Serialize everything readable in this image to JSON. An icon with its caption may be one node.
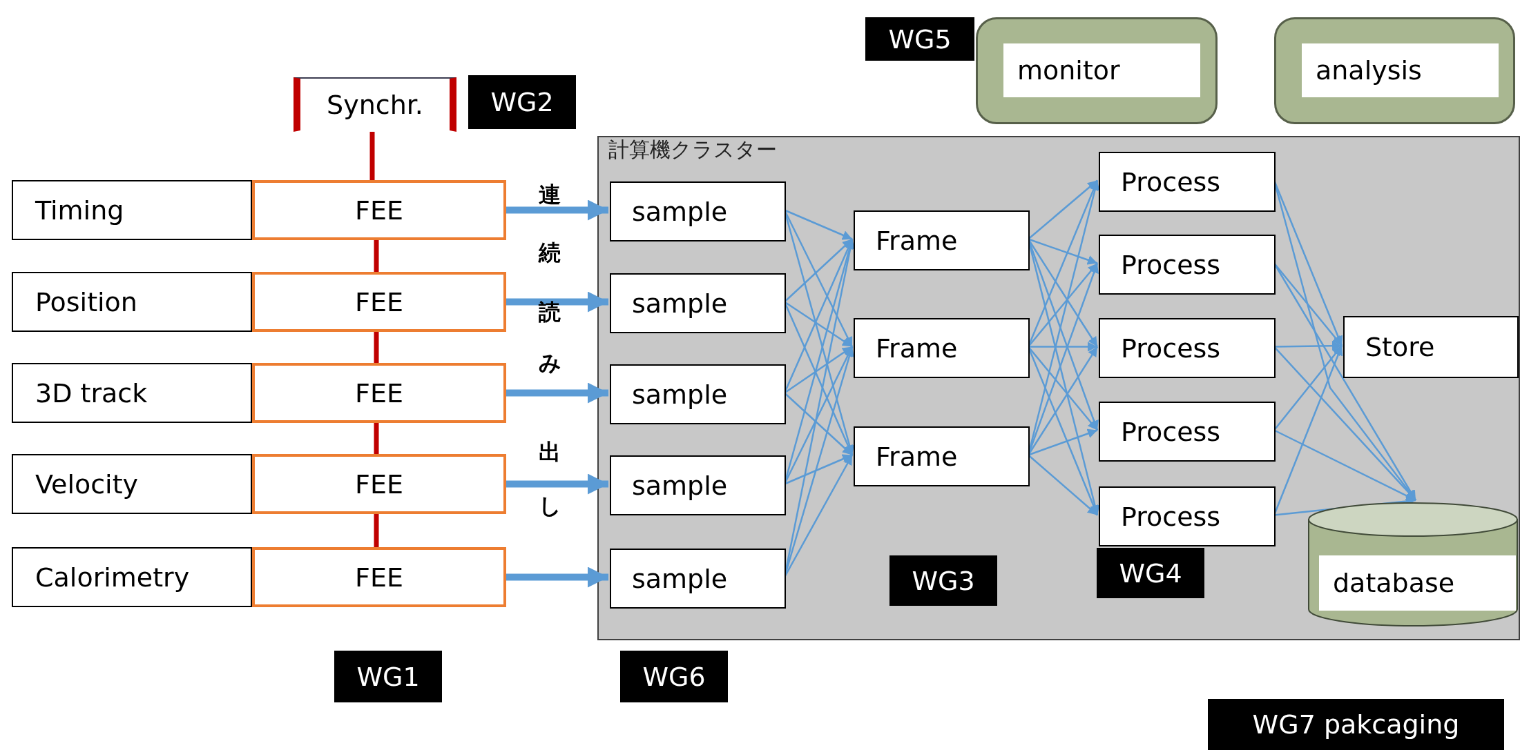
{
  "diagram": {
    "nodes": [
      {
        "text": [
          "WG5"
        ]
      },
      {
        "text": [
          "monitor"
        ]
      },
      {
        "text": [
          "analysis"
        ]
      },
      {
        "text": [
          "Synchr."
        ]
      },
      {
        "text": [
          "WG2"
        ]
      },
      {
        "text": [
          "計算機クラスター"
        ]
      },
      {
        "text": [
          "Timing"
        ]
      },
      {
        "text": [
          "FEE"
        ]
      },
      {
        "text": [
          "Position"
        ]
      },
      {
        "text": [
          "FEE"
        ]
      },
      {
        "text": [
          "3D track"
        ]
      },
      {
        "text": [
          "FEE"
        ]
      },
      {
        "text": [
          "Velocity"
        ]
      },
      {
        "text": [
          "FEE"
        ]
      },
      {
        "text": [
          "Calorimetry"
        ]
      },
      {
        "text": [
          "FEE"
        ]
      },
      {
        "text": [
          "sample"
        ],
        "in": 5
      },
      {
        "text": [
          "sample"
        ],
        "in": 5
      },
      {
        "text": [
          "sample"
        ],
        "in": 5
      },
      {
        "text": [
          "sample"
        ],
        "in": 5
      },
      {
        "text": [
          "sample"
        ],
        "in": 5
      },
      {
        "text": [
          "Frame"
        ],
        "in": 5
      },
      {
        "text": [
          "Frame"
        ],
        "in": 5
      },
      {
        "text": [
          "Frame"
        ],
        "in": 5
      },
      {
        "text": [
          "Process"
        ],
        "in": 5
      },
      {
        "text": [
          "Process"
        ],
        "in": 5
      },
      {
        "text": [
          "Process"
        ],
        "in": 5
      },
      {
        "text": [
          "Process"
        ],
        "in": 5
      },
      {
        "text": [
          "Process"
        ],
        "in": 5
      },
      {
        "text": [
          "Store"
        ],
        "in": 5
      },
      {
        "text": [
          "database"
        ],
        "in": 5
      },
      {
        "text": [
          "WG3"
        ],
        "in": 5
      },
      {
        "text": [
          "WG4"
        ],
        "in": 5
      },
      {
        "text": [
          "WG1"
        ]
      },
      {
        "text": [
          "WG6"
        ]
      },
      {
        "text": [
          "WG7 pakcaging"
        ]
      }
    ],
    "edges": [
      {
        "from": 3,
        "to": 7,
        "arrow": "none",
        "style": "thick",
        "color": "#c00000"
      },
      {
        "from": 7,
        "to": 9,
        "arrow": "none",
        "style": "thick",
        "color": "#c00000"
      },
      {
        "from": 9,
        "to": 11,
        "arrow": "none",
        "style": "thick",
        "color": "#c00000"
      },
      {
        "from": 11,
        "to": 13,
        "arrow": "none",
        "style": "thick",
        "color": "#c00000"
      },
      {
        "from": 13,
        "to": 15,
        "arrow": "none",
        "style": "thick",
        "color": "#c00000"
      },
      {
        "from": 7,
        "to": 16,
        "arrow": "to",
        "style": "thick"
      },
      {
        "from": 9,
        "to": 17,
        "arrow": "to",
        "style": "thick"
      },
      {
        "from": 11,
        "to": 18,
        "arrow": "to",
        "style": "thick"
      },
      {
        "from": 13,
        "to": 19,
        "arrow": "to",
        "style": "thick"
      },
      {
        "from": 15,
        "to": 20,
        "arrow": "to",
        "style": "thick"
      },
      {
        "from": 16,
        "to": 21,
        "arrow": "to"
      },
      {
        "from": 16,
        "to": 22,
        "arrow": "to"
      },
      {
        "from": 16,
        "to": 23,
        "arrow": "to"
      },
      {
        "from": 17,
        "to": 21,
        "arrow": "to"
      },
      {
        "from": 17,
        "to": 22,
        "arrow": "to"
      },
      {
        "from": 17,
        "to": 23,
        "arrow": "to"
      },
      {
        "from": 18,
        "to": 21,
        "arrow": "to"
      },
      {
        "from": 18,
        "to": 22,
        "arrow": "to"
      },
      {
        "from": 18,
        "to": 23,
        "arrow": "to"
      },
      {
        "from": 19,
        "to": 21,
        "arrow": "to"
      },
      {
        "from": 19,
        "to": 22,
        "arrow": "to"
      },
      {
        "from": 19,
        "to": 23,
        "arrow": "to"
      },
      {
        "from": 20,
        "to": 21,
        "arrow": "to"
      },
      {
        "from": 20,
        "to": 22,
        "arrow": "to"
      },
      {
        "from": 20,
        "to": 23,
        "arrow": "to"
      },
      {
        "from": 21,
        "to": 24,
        "arrow": "to"
      },
      {
        "from": 21,
        "to": 25,
        "arrow": "to"
      },
      {
        "from": 21,
        "to": 26,
        "arrow": "to"
      },
      {
        "from": 21,
        "to": 27,
        "arrow": "to"
      },
      {
        "from": 21,
        "to": 28,
        "arrow": "to"
      },
      {
        "from": 22,
        "to": 24,
        "arrow": "to"
      },
      {
        "from": 22,
        "to": 25,
        "arrow": "to"
      },
      {
        "from": 22,
        "to": 26,
        "arrow": "to"
      },
      {
        "from": 22,
        "to": 27,
        "arrow": "to"
      },
      {
        "from": 22,
        "to": 28,
        "arrow": "to"
      },
      {
        "from": 23,
        "to": 24,
        "arrow": "to"
      },
      {
        "from": 23,
        "to": 25,
        "arrow": "to"
      },
      {
        "from": 23,
        "to": 26,
        "arrow": "to"
      },
      {
        "from": 23,
        "to": 27,
        "arrow": "to"
      },
      {
        "from": 23,
        "to": 28,
        "arrow": "to"
      },
      {
        "from": 24,
        "to": 29,
        "arrow": "to"
      },
      {
        "from": 24,
        "to": 30,
        "arrow": "to"
      },
      {
        "from": 25,
        "to": 29,
        "arrow": "to"
      },
      {
        "from": 25,
        "to": 30,
        "arrow": "to"
      },
      {
        "from": 26,
        "to": 29,
        "arrow": "to"
      },
      {
        "from": 26,
        "to": 30,
        "arrow": "to"
      },
      {
        "from": 27,
        "to": 29,
        "arrow": "to"
      },
      {
        "from": 27,
        "to": 30,
        "arrow": "to"
      },
      {
        "from": 28,
        "to": 29,
        "arrow": "to"
      },
      {
        "from": 28,
        "to": 30,
        "arrow": "to"
      }
    ],
    "labels": [
      "連続読み出し"
    ]
  }
}
